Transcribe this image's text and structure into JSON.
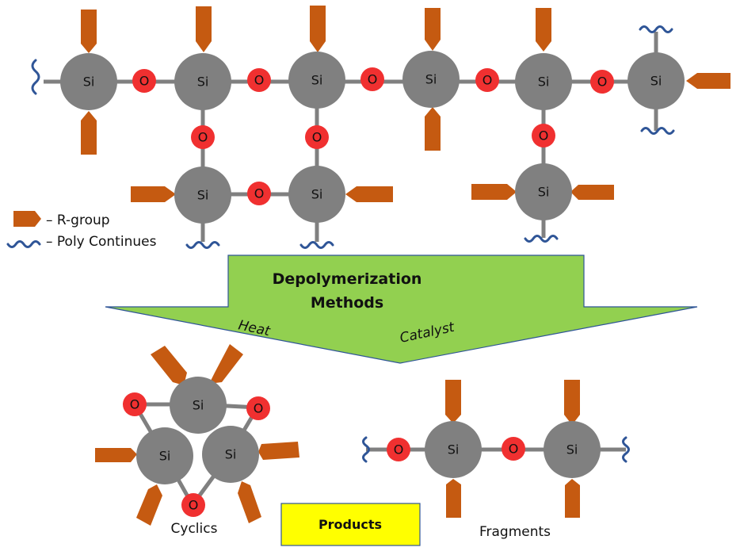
{
  "colors": {
    "silicon": "#808080",
    "oxygen": "#f03030",
    "r_group": "#c55a11",
    "bond": "#808080",
    "poly_continues": "#2f5597",
    "arrow_fill": "#92d050",
    "arrow_stroke": "#2f5597",
    "products_fill": "#ffff00"
  },
  "atoms": {
    "silicon_label": "Si",
    "oxygen_label": "O"
  },
  "legend": {
    "r_group_label": "– R-group",
    "poly_continues_label": "– Poly Continues"
  },
  "arrow": {
    "title_line1": "Depolymerization",
    "title_line2": "Methods",
    "left_label": "Heat",
    "right_label": "Catalyst"
  },
  "products": {
    "box_label": "Products",
    "cyclics_label": "Cyclics",
    "fragments_label": "Fragments"
  }
}
